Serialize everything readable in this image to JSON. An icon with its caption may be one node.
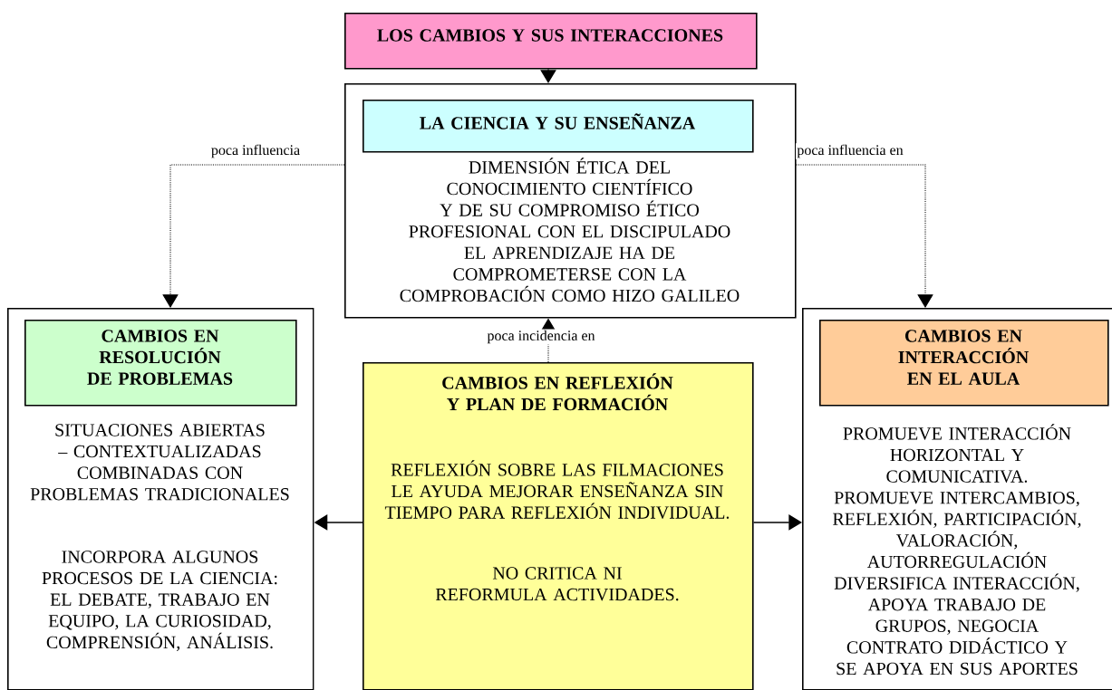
{
  "diagram": {
    "nodes": [
      {
        "text": [
          "LOS CAMBIOS Y SUS INTERACCIONES"
        ]
      },
      {
        "text": [
          "DIMENSIÓN ÉTICA DEL CONOCIMIENTO CIENTÍFICO",
          "Y DE SU COMPROMISO ÉTICO PROFESIONAL CON EL DISCIPULADO",
          "EL APRENDIZAJE HA DE COMPROMETERSE CON LA COMPROBACIÓN COMO HIZO GALILEO"
        ]
      },
      {
        "text": [
          "LA CIENCIA Y SU ENSEÑANZA"
        ],
        "in": 1
      },
      {
        "text": [
          "SITUACIONES ABIERTAS – CONTEXTUALIZADAS COMBINADAS CON PROBLEMAS TRADICIONALES",
          "INCORPORA ALGUNOS PROCESOS DE LA CIENCIA: EL DEBATE, TRABAJO EN EQUIPO, LA CURIOSIDAD, COMPRENSIÓN, ANÁLISIS."
        ]
      },
      {
        "text": [
          "CAMBIOS EN RESOLUCIÓN DE PROBLEMAS"
        ],
        "in": 3
      },
      {
        "text": [
          "CAMBIOS EN REFLEXIÓN Y PLAN DE FORMACIÓN",
          "REFLEXIÓN SOBRE LAS FILMACIONES LE AYUDA MEJORAR ENSEÑANZA SIN TIEMPO PARA REFLEXIÓN INDIVIDUAL.",
          "NO CRITICA NI REFORMULA ACTIVIDADES."
        ]
      },
      {
        "text": [
          "PROMUEVE INTERACCIÓN HORIZONTAL Y COMUNICATIVA.",
          "PROMUEVE INTERCAMBIOS, REFLEXIÓN, PARTICIPACIÓN, VALORACIÓN, AUTORREGULACIÓN",
          "DIVERSIFICA INTERACCIÓN, APOYA TRABAJO DE GRUPOS, NEGOCIA CONTRATO DIDÁCTICO Y SE APOYA EN SUS APORTES"
        ]
      },
      {
        "text": [
          "CAMBIOS EN INTERACCIÓN EN EL AULA"
        ],
        "in": 6
      }
    ],
    "edges": [
      {
        "from": 0,
        "to": 1,
        "arrow": "to"
      },
      {
        "from": 1,
        "to": 3,
        "arrow": "to",
        "label": "poca influencia",
        "style": "dashed"
      },
      {
        "from": 1,
        "to": 6,
        "arrow": "to",
        "label": "poca influencia en",
        "style": "dashed"
      },
      {
        "from": 5,
        "to": 1,
        "arrow": "to",
        "label": "poca incidencia en",
        "style": "dashed"
      },
      {
        "from": 5,
        "to": 3,
        "arrow": "to"
      },
      {
        "from": 5,
        "to": 6,
        "arrow": "to"
      }
    ]
  }
}
